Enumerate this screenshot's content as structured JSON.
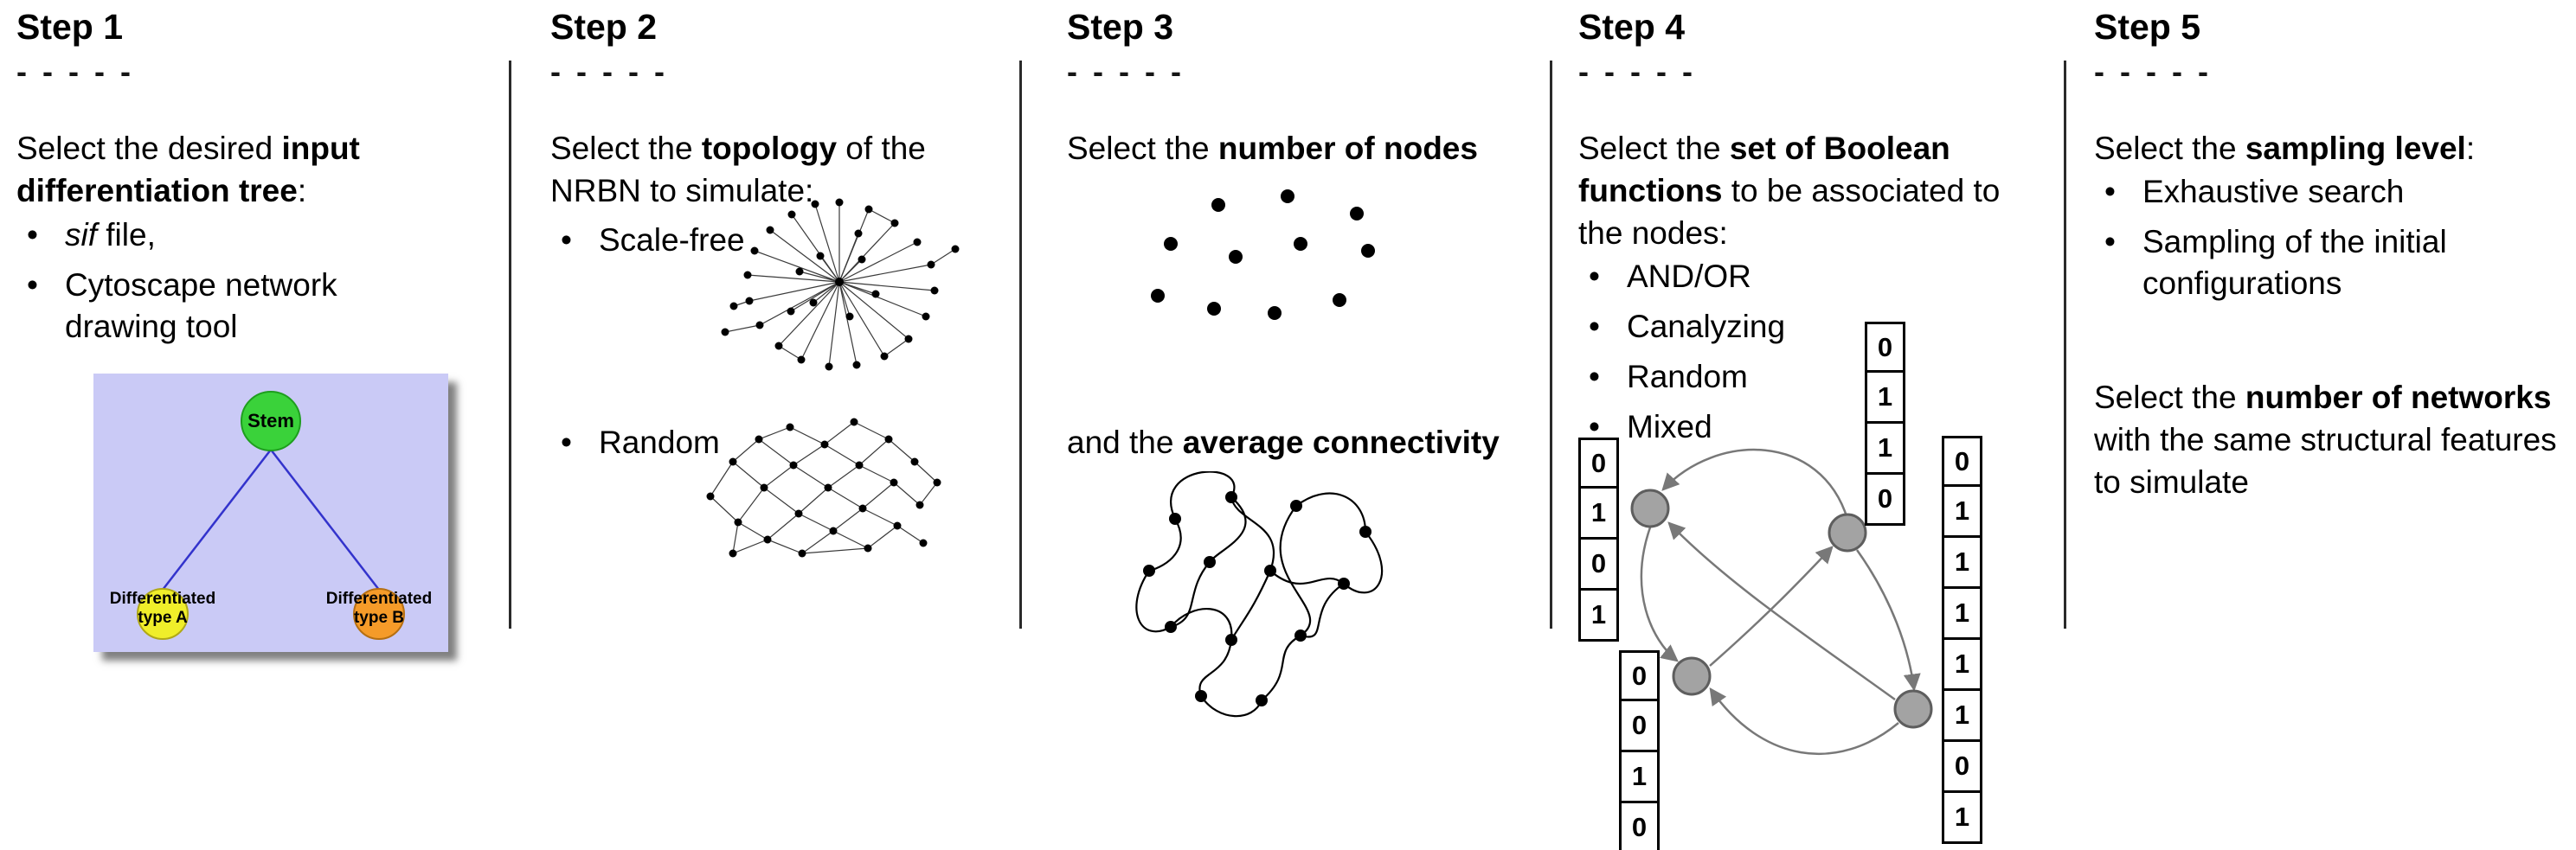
{
  "colors": {
    "tree_bg": "#cacaf6",
    "stem_fill": "#3ad23a",
    "type_a_fill": "#f0ee2a",
    "type_b_fill": "#f59b29",
    "tree_edge": "#3333cc",
    "bool_node_fill": "#a3a3a3",
    "bool_edge": "#787878"
  },
  "steps": [
    {
      "title": "Step 1",
      "dashes": "- - - - -",
      "intro": {
        "pre": "Select the desired ",
        "bold": "input differentiation tree",
        "post": ":"
      },
      "bullets": {
        "b1_italic": "sif",
        "b1_rest": " file,",
        "b2": "Cytoscape network drawing tool"
      },
      "tree": {
        "root_label": "Stem",
        "left_label": "Differentiated type A",
        "right_label": "Differentiated type B"
      }
    },
    {
      "title": "Step 2",
      "dashes": "- - - - -",
      "intro": {
        "pre": "Select the ",
        "bold": "topology",
        "post": " of the NRBN to simulate:"
      },
      "bullets": {
        "b1": "Scale-free",
        "b2": "Random"
      }
    },
    {
      "title": "Step 3",
      "dashes": "- - - - -",
      "intro": {
        "pre": "Select the ",
        "bold": "number of nodes",
        "post": ""
      },
      "second": {
        "pre": "and the ",
        "bold": "average connectivity",
        "post": ""
      }
    },
    {
      "title": "Step 4",
      "dashes": "- - - - -",
      "intro": {
        "pre": "Select the ",
        "bold": "set of Boolean functions",
        "post": " to be associated to the nodes:"
      },
      "bullets": {
        "b1": "AND/OR",
        "b2": "Canalyzing",
        "b3": "Random",
        "b4": "Mixed"
      },
      "tables": {
        "left": [
          "0",
          "1",
          "0",
          "1"
        ],
        "top": [
          "0",
          "1",
          "1",
          "0"
        ],
        "bottom": [
          "0",
          "0",
          "1",
          "0"
        ],
        "right": [
          "0",
          "1",
          "1",
          "1",
          "1",
          "1",
          "0",
          "1"
        ]
      }
    },
    {
      "title": "Step 5",
      "dashes": "- - - - -",
      "intro": {
        "pre": "Select the ",
        "bold": "sampling level",
        "post": ":"
      },
      "bullets": {
        "b1": "Exhaustive search",
        "b2": "Sampling of the initial configurations"
      },
      "second": {
        "pre": "Select the ",
        "bold": "number of networks",
        "post": " with the same structural features to simulate"
      }
    }
  ]
}
